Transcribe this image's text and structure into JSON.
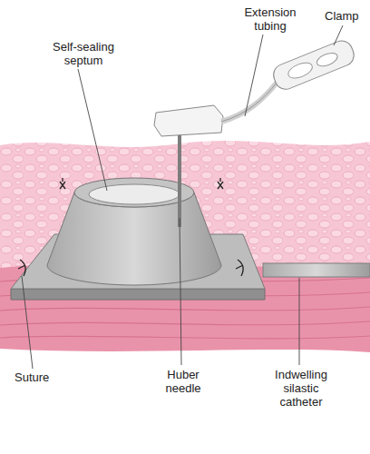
{
  "diagram": {
    "labels": [
      "Extension tubing",
      "Clamp",
      "Self-sealing septum",
      "Suture",
      "Huber needle",
      "Indwelling silastic catheter"
    ]
  }
}
